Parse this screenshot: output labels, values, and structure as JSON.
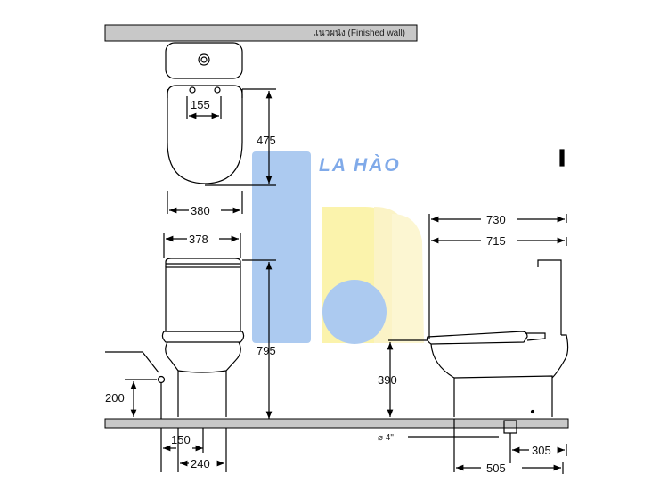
{
  "header": {
    "wall_label": "แนวผนัง (Finished wall)"
  },
  "logo": {
    "text": "LA HÀO",
    "colors": {
      "blue": "#a8c8f0",
      "yellow": "#fbf3a8"
    }
  },
  "top_view": {
    "width_bowl": "380",
    "width_hole": "155",
    "depth_to_hole": "475"
  },
  "front_view": {
    "width_tank": "378",
    "height_total": "795",
    "height_inlet": "200",
    "base_offset": "150",
    "base_width": "240"
  },
  "side_view": {
    "depth_total": "730",
    "depth_bowl": "715",
    "seat_height": "390",
    "outlet_diameter": "⌀ 4\"",
    "outlet_from_wall": "305",
    "base_depth": "505"
  }
}
